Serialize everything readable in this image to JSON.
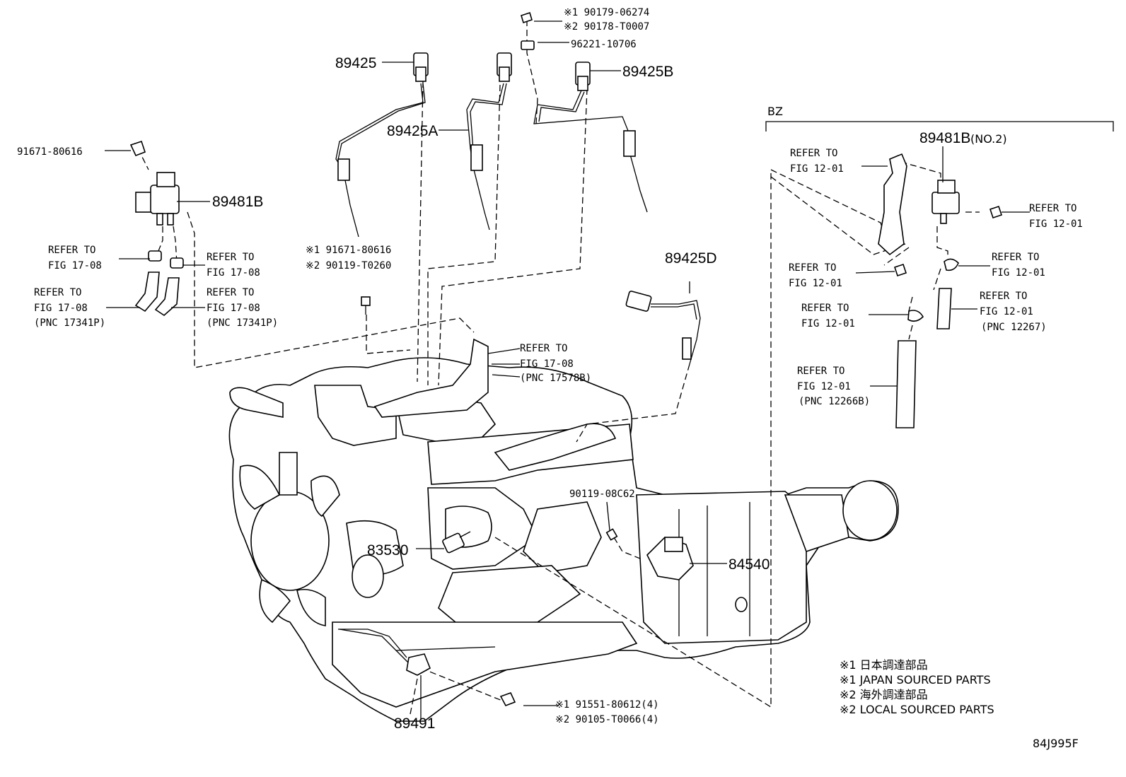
{
  "parts": {
    "p89425": "89425",
    "p89425A": "89425A",
    "p89425B": "89425B",
    "p89425D": "89425D",
    "p89481B_left": "89481B",
    "p89481B_right": "89481B",
    "p89481B_no2": "(NO.2)",
    "p91671_top": "91671-80616",
    "p90179": "※1 90179-06274",
    "p90178": "※2 90178-T0007",
    "p96221": "96221-10706",
    "p91671_mid": "※1 91671-80616",
    "p90119_t0260": "※2 90119-T0260",
    "p90119_08c62": "90119-08C62",
    "p83530": "83530",
    "p84540": "84540",
    "p89491": "89491",
    "p91551": "※1 91551-80612(4)",
    "p90105": "※2 90105-T0066(4)"
  },
  "refs": {
    "refer_to": "REFER TO",
    "fig_17_08": "FIG 17-08",
    "fig_12_01": "FIG 12-01",
    "pnc_17341p": "(PNC 17341P)",
    "pnc_17578b": "(PNC 17578B)",
    "pnc_12267": "(PNC 12267)",
    "pnc_12266b": "(PNC 12266B)"
  },
  "bz_label": "BZ",
  "legend": {
    "line1": "※1 日本調達部品",
    "line2": "※1 JAPAN SOURCED PARTS",
    "line3": "※2 海外調達部品",
    "line4": "※2 LOCAL SOURCED PARTS"
  },
  "figure_code": "84J995F"
}
